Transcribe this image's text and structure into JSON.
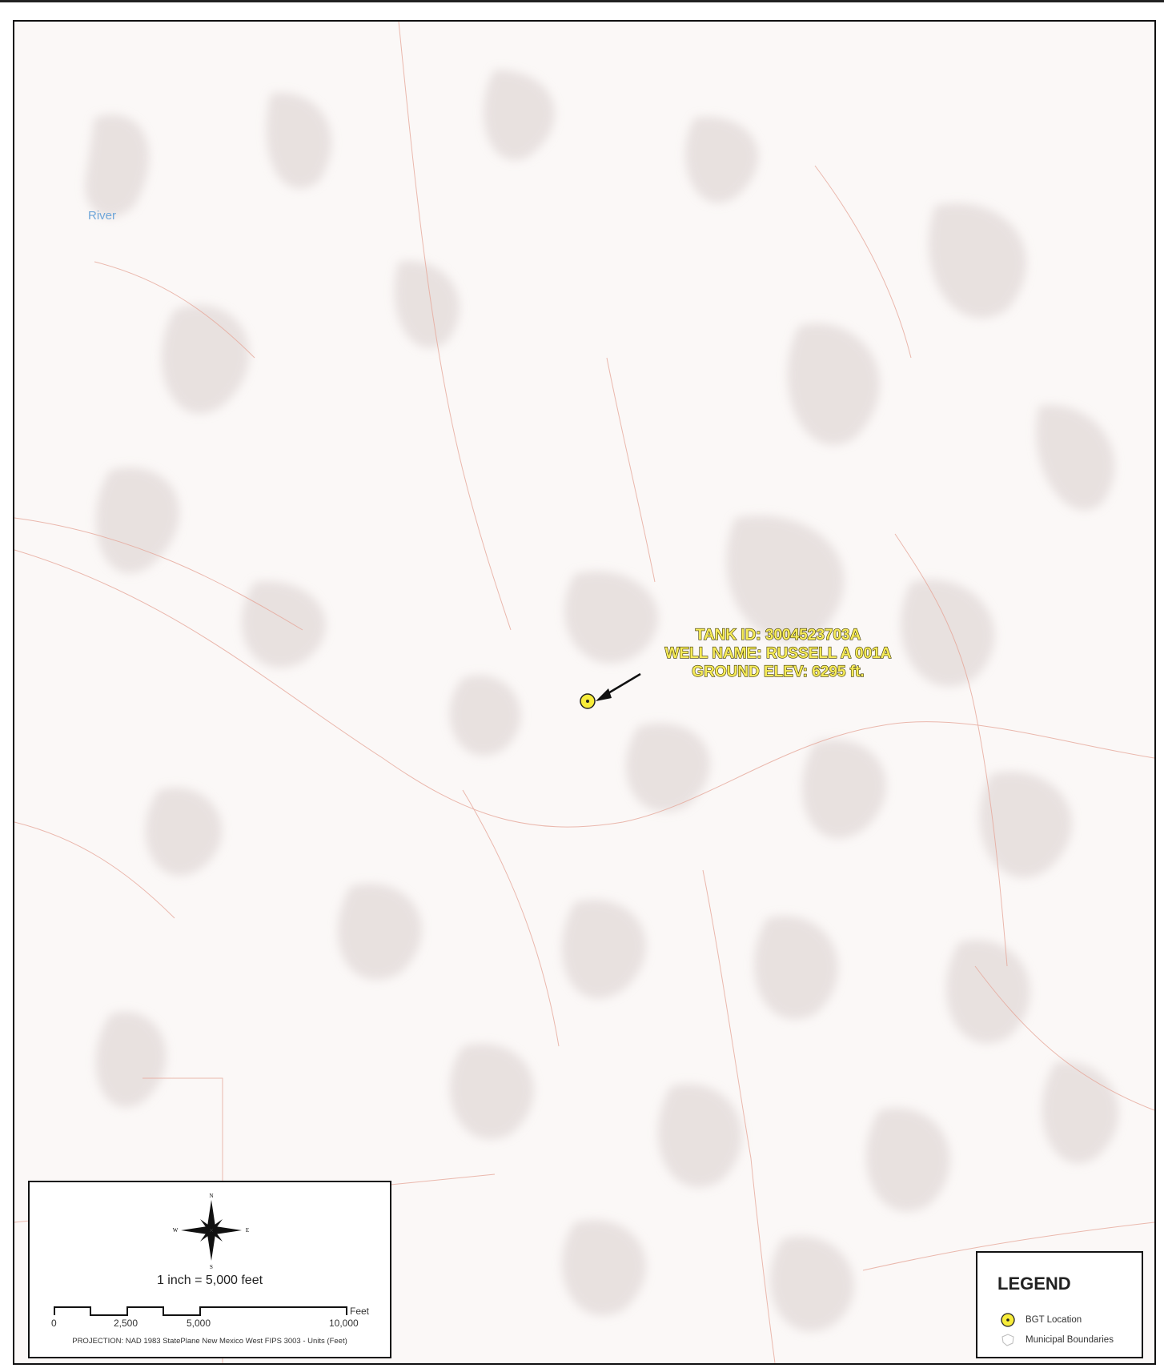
{
  "map": {
    "place_labels": [
      {
        "id": "river",
        "text": "River"
      }
    ],
    "feature": {
      "type": "BGT Location",
      "callout": [
        "TANK ID: 3004523703A",
        "WELL NAME: RUSSELL A 001A",
        "GROUND ELEV: 6295 ft."
      ]
    },
    "colors": {
      "background": "#fbf8f7",
      "hillshade": "#d9cfcd",
      "roads": "#e6a79a",
      "water_label": "#6fa6d9",
      "marker_fill": "#f7ec3a",
      "callout_text": "#f7ec5a"
    }
  },
  "scale_box": {
    "north_arrow": {
      "n": "N",
      "s": "S",
      "e": "E",
      "w": "W"
    },
    "scale_text": "1 inch = 5,000 feet",
    "scale_ticks": [
      "0",
      "2,500",
      "5,000",
      "10,000"
    ],
    "units_label": "Feet",
    "projection": "PROJECTION: NAD 1983 StatePlane New Mexico West FIPS 3003 - Units (Feet)"
  },
  "legend": {
    "title": "LEGEND",
    "items": [
      {
        "symbol": "bgt-marker",
        "label": "BGT Location"
      },
      {
        "symbol": "municipal-boundary",
        "label": "Municipal Boundaries"
      }
    ]
  }
}
